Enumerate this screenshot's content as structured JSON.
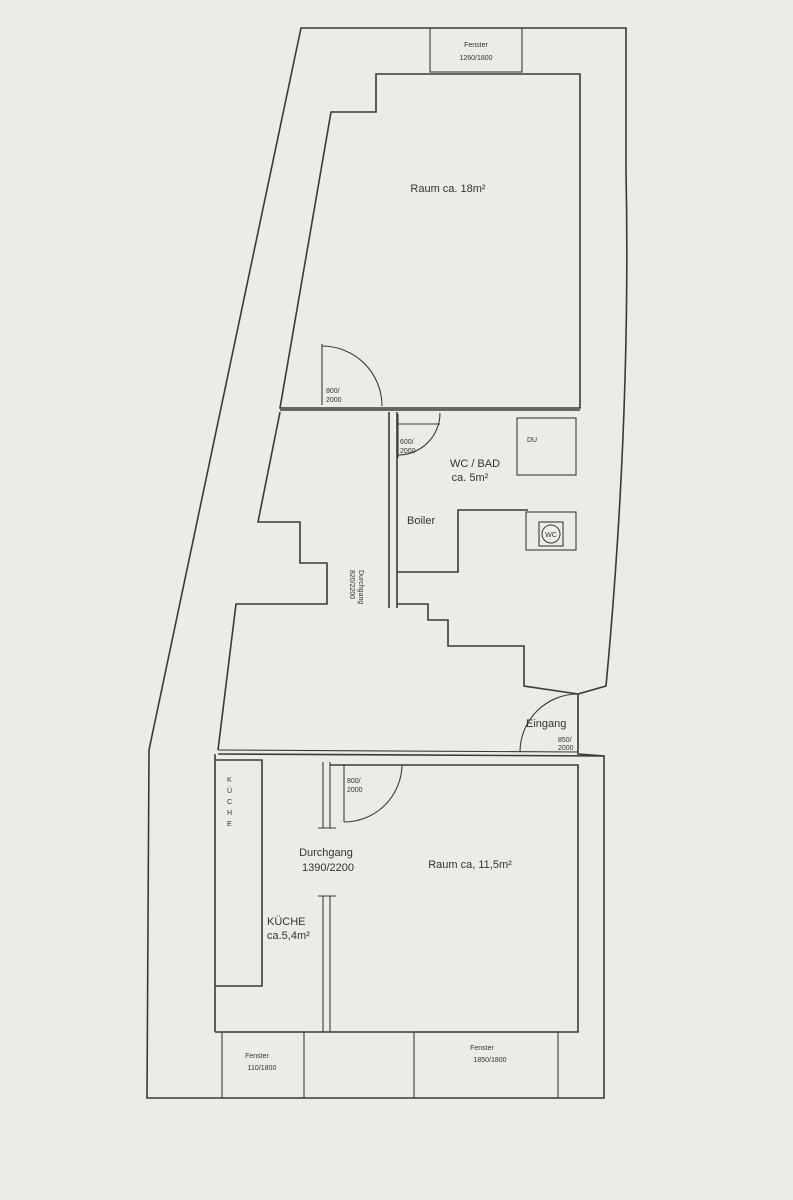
{
  "rooms": {
    "raum_top": "Raum ca. 18m²",
    "wc_bad_line1": "WC / BAD",
    "wc_bad_line2": "ca. 5m²",
    "raum_bottom": "Raum ca, 11,5m²",
    "kueche_line1": "KÜCHE",
    "kueche_line2": "ca.5,4m²",
    "kueche_vertical": [
      "K",
      "Ü",
      "C",
      "H",
      "E"
    ]
  },
  "fixtures": {
    "du": "DU",
    "wc": "WC",
    "boiler": "Boiler"
  },
  "passages": {
    "durchgang_vertical_line1": "Durchgang",
    "durchgang_vertical_line2": "820/2200",
    "durchgang_bottom_line1": "Durchgang",
    "durchgang_bottom_line2": "1390/2200"
  },
  "doors": {
    "door_top_line1": "800/",
    "door_top_line2": "2000",
    "door_wc_line1": "600/",
    "door_wc_line2": "2000",
    "door_bottom_line1": "800/",
    "door_bottom_line2": "2000",
    "entrance_label": "Eingang",
    "entrance_line1": "850/",
    "entrance_line2": "2000"
  },
  "windows": {
    "top_line1": "Fenster",
    "top_line2": "1260/1800",
    "bottom_left_line1": "Fenster",
    "bottom_left_line2": "110/1800",
    "bottom_right_line1": "Fenster",
    "bottom_right_line2": "1850/1800"
  }
}
